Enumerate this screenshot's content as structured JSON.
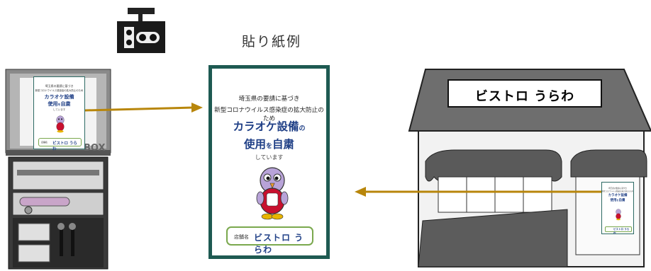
{
  "caption": "貼り紙例",
  "poster": {
    "line1": "埼玉県の要請に基づき",
    "line2": "新型コロナウイルス感染症の拡大防止のため",
    "title1_main": "カラオケ設備",
    "title1_particle": "の",
    "title2_a": "使用",
    "title2_particle": "を",
    "title2_b": "自粛",
    "line3": "しています",
    "store_label": "店舗名",
    "store_name": "ビストロ うらわ"
  },
  "shop": {
    "sign": "ビストロ うらわ"
  },
  "karaoke": {
    "box_text": "BOX"
  },
  "colors": {
    "poster_border": "#1e5a52",
    "title_blue": "#1f3f86",
    "arrow": "#b8860b",
    "name_box": "#7aa84d"
  }
}
